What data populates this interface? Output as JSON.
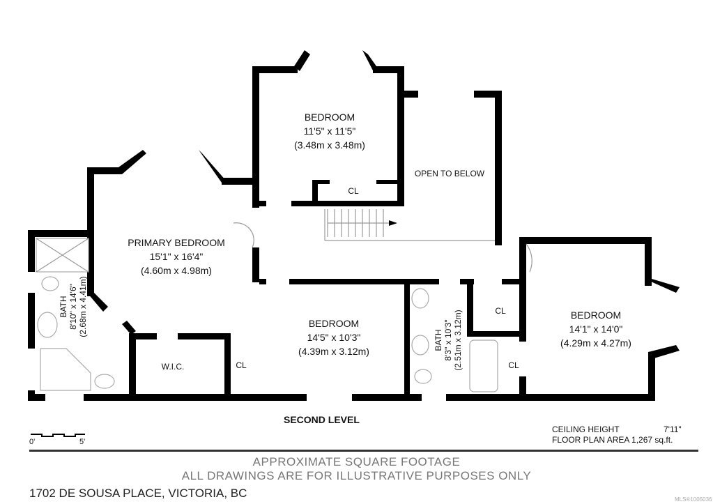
{
  "rooms": {
    "bedroom_top": {
      "name": "BEDROOM",
      "imperial": "11'5\" x 11'5\"",
      "metric": "(3.48m x 3.48m)"
    },
    "open_to_below": "OPEN TO BELOW",
    "primary_bedroom": {
      "name": "PRIMARY BEDROOM",
      "imperial": "15'1\" x 16'4\"",
      "metric": "(4.60m x 4.98m)"
    },
    "bath_left": {
      "name": "BATH",
      "imperial": "8'10\" x 14'6\"",
      "metric": "(2.68m x 4.41m)"
    },
    "wic": "W.I.C.",
    "bedroom_middle": {
      "name": "BEDROOM",
      "imperial": "14'5\" x 10'3\"",
      "metric": "(4.39m x 3.12m)"
    },
    "bath_right": {
      "name": "BATH",
      "imperial": "8'3\" x 10'3\"",
      "metric": "(2.51m x 3.12m)"
    },
    "bedroom_right": {
      "name": "BEDROOM",
      "imperial": "14'1\" x 14'0\"",
      "metric": "(4.29m x 4.27m)"
    },
    "closet_labels": [
      "CL",
      "CL",
      "CL",
      "CL"
    ]
  },
  "level_title": "SECOND LEVEL",
  "scale": {
    "start": "0'",
    "end": "5'"
  },
  "info": {
    "ceiling_label": "CEILING HEIGHT",
    "ceiling_value": "7'11\"",
    "area": "FLOOR PLAN AREA 1,267 sq.ft."
  },
  "disclaimer": [
    "APPROXIMATE SQUARE FOOTAGE",
    "ALL DRAWINGS ARE FOR ILLUSTRATIVE PURPOSES ONLY"
  ],
  "address": "1702 DE SOUSA PLACE, VICTORIA, BC",
  "mls": "MLS®1005036"
}
